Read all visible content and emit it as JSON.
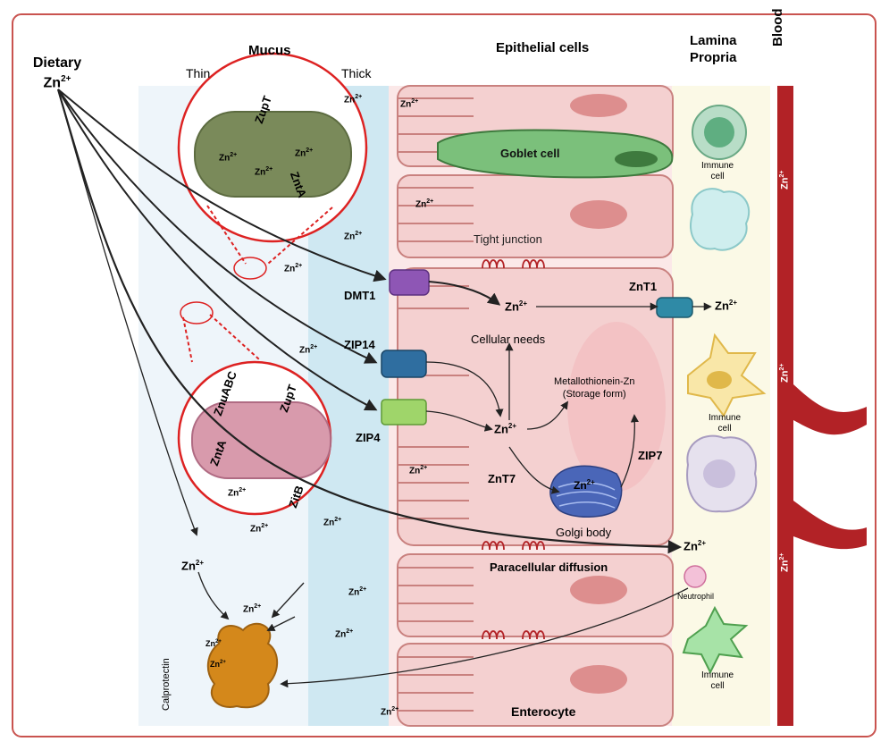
{
  "headers": {
    "dietary": "Dietary",
    "zn": "Zn",
    "sup": "2+",
    "mucus": "Mucus",
    "thin": "Thin",
    "thick": "Thick",
    "epithelial": "Epithelial cells",
    "lamina1": "Lamina",
    "lamina2": "Propria",
    "blood": "Blood"
  },
  "transporters": {
    "dmt1": "DMT1",
    "zip14": "ZIP14",
    "zip4": "ZIP4",
    "znt1": "ZnT1",
    "znt7": "ZnT7",
    "zip7": "ZIP7"
  },
  "bacteria": {
    "zupt": "ZupT",
    "znta": "ZntA",
    "znuabc": "ZnuABC",
    "zita": "ZitB"
  },
  "labels": {
    "goblet": "Goblet cell",
    "tight_junction": "Tight junction",
    "cellular_needs": "Cellular needs",
    "metallothionein1": "Metallothionein-Zn",
    "metallothionein2": "(Storage form)",
    "golgi": "Golgi body",
    "paracellular": "Paracellular diffusion",
    "enterocyte": "Enterocyte",
    "immune1": "Immune",
    "immune2": "cell",
    "neutrophil": "Neutrophil",
    "calprotectin": "Calprotectin"
  },
  "colors": {
    "frame": "#c9534f",
    "mucus_thin": "#eef5fa",
    "mucus_thick": "#cfe8f2",
    "epi": "#f4d0d0",
    "epi_stroke": "#c9817f",
    "lamina": "#fbf9e6",
    "blood": "#b22226",
    "dmt1": "#8e56b5",
    "zip14": "#2f6ea0",
    "zip4": "#9fd56a",
    "znt1": "#2f8aa6",
    "bacterium_green": "#7a8a5a",
    "bacterium_pink": "#d89aac",
    "calprotectin": "#d4881b"
  }
}
